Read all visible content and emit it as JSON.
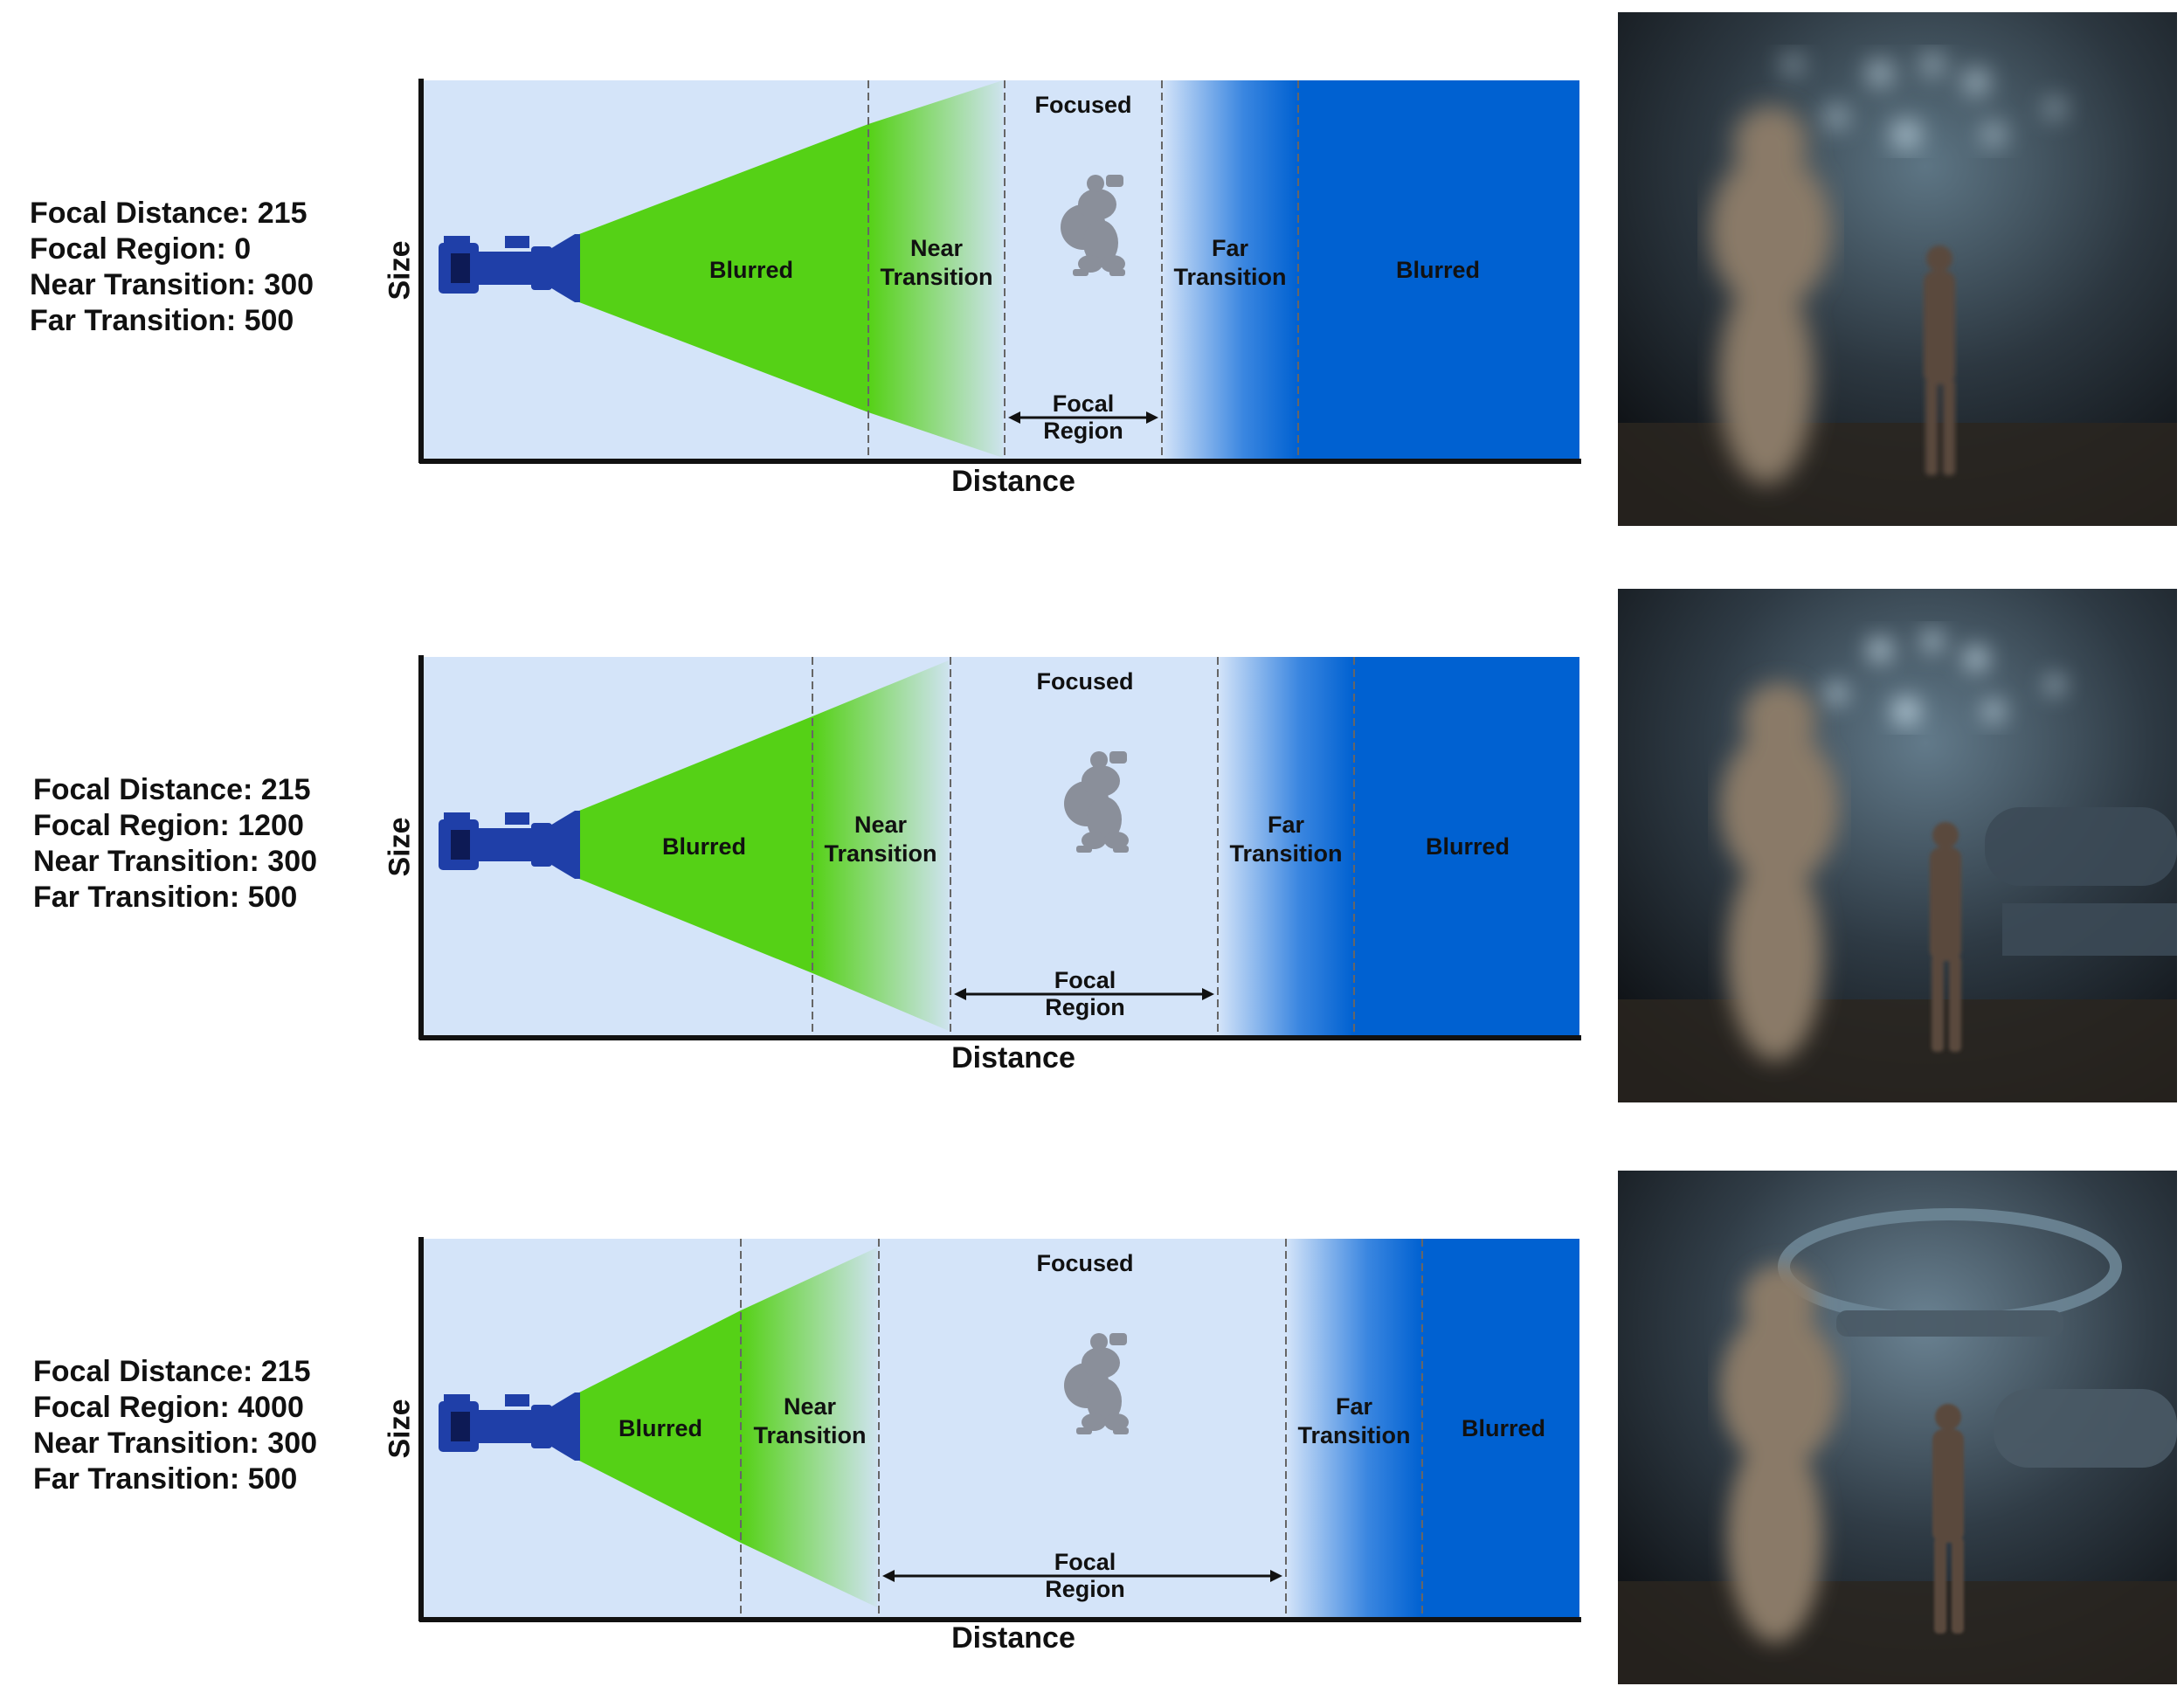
{
  "rows": [
    {
      "settings": [
        "Focal Distance: 215",
        "Focal Region: 0",
        "Near Transition: 300",
        "Far Transition: 500"
      ],
      "labels": {
        "blurred_near": "Blurred",
        "near_transition": [
          "Near",
          "Transition"
        ],
        "focused": "Focused",
        "focal_region": [
          "Focal",
          "Region"
        ],
        "far_transition": [
          "Far",
          "Transition"
        ],
        "blurred_far": "Blurred"
      }
    },
    {
      "settings": [
        "Focal Distance: 215",
        "Focal Region: 1200",
        "Near Transition: 300",
        "Far Transition: 500"
      ],
      "labels": {
        "blurred_near": "Blurred",
        "near_transition": [
          "Near",
          "Transition"
        ],
        "focused": "Focused",
        "focal_region": [
          "Focal",
          "Region"
        ],
        "far_transition": [
          "Far",
          "Transition"
        ],
        "blurred_far": "Blurred"
      }
    },
    {
      "settings": [
        "Focal Distance: 215",
        "Focal Region: 4000",
        "Near Transition: 300",
        "Far Transition: 500"
      ],
      "labels": {
        "blurred_near": "Blurred",
        "near_transition": [
          "Near",
          "Transition"
        ],
        "focused": "Focused",
        "focal_region": [
          "Focal",
          "Region"
        ],
        "far_transition": [
          "Far",
          "Transition"
        ],
        "blurred_far": "Blurred"
      }
    }
  ],
  "axis": {
    "x_label": "Distance",
    "y_label": "Size"
  },
  "colors": {
    "background_zone": "#d4e4f9",
    "cone_green": "#55d116",
    "far_blue": "#0061d1",
    "camera_blue": "#1f3fa8"
  }
}
